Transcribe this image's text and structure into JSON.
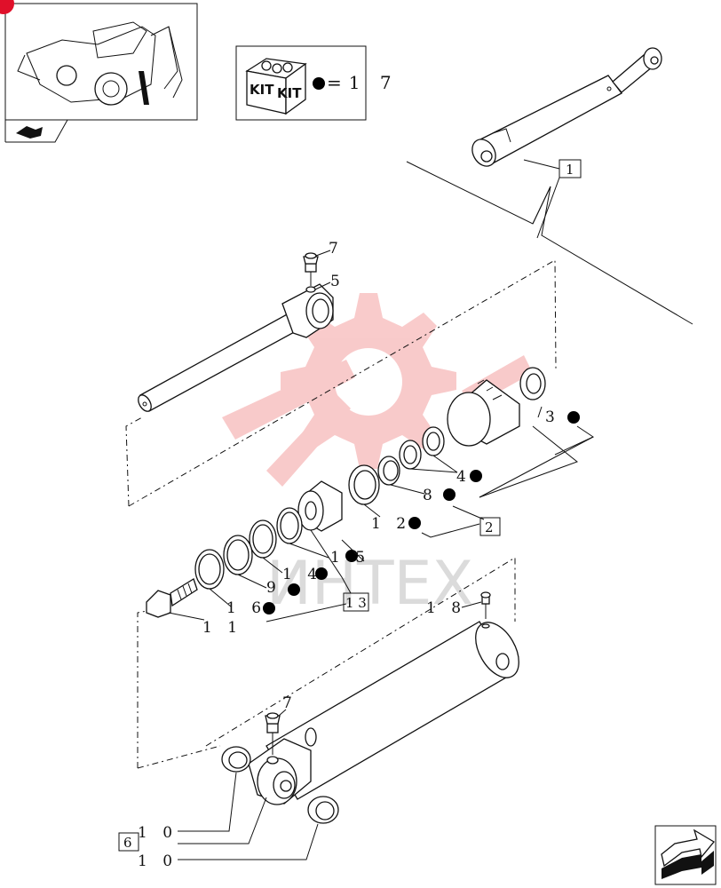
{
  "thumbnail": {
    "badge_color": "#e0102a"
  },
  "kit_legend": {
    "kit_word_1": "KIT",
    "kit_word_2": "KIT",
    "equals_count": "=1 7"
  },
  "watermark": {
    "text": "ИНТЕХ",
    "logo_color": "#f4a0a0"
  },
  "callouts": {
    "c1": "1",
    "c2": "2",
    "c3": "3",
    "c4": "4",
    "c5": "5",
    "c6": "6",
    "c7_top": "7",
    "c7_bottom": "7",
    "c8": "8",
    "c9": "9",
    "c10_top": "1 0",
    "c10_bottom": "1 0",
    "c11": "1 1",
    "c12": "1 2",
    "c13": "1 3",
    "c14": "1 4",
    "c15": "1 5",
    "c16": "1 6",
    "c18": "1 8"
  },
  "icons": {
    "kit_marker": "filled-circle",
    "nav_prev": "arrow-prev-icon",
    "nav_next": "arrow-next-icon"
  }
}
